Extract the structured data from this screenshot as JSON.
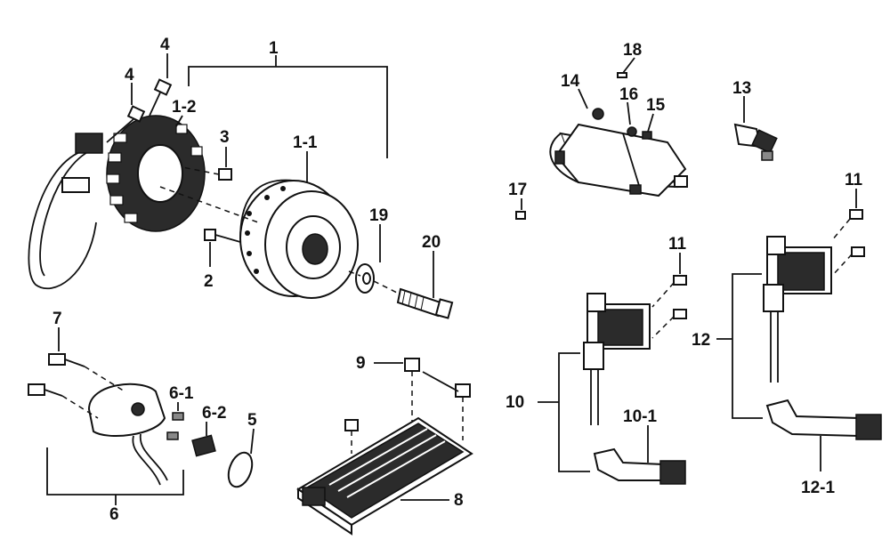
{
  "labels": {
    "l1": "1",
    "l1_1": "1-1",
    "l1_2": "1-2",
    "l2": "2",
    "l3": "3",
    "l4a": "4",
    "l4b": "4",
    "l5": "5",
    "l6": "6",
    "l6_1": "6-1",
    "l6_2": "6-2",
    "l7": "7",
    "l8": "8",
    "l9": "9",
    "l10": "10",
    "l10_1": "10-1",
    "l11a": "11",
    "l11b": "11",
    "l12": "12",
    "l12_1": "12-1",
    "l13": "13",
    "l14": "14",
    "l15": "15",
    "l16": "16",
    "l17": "17",
    "l18": "18",
    "l19": "19",
    "l20": "20"
  }
}
